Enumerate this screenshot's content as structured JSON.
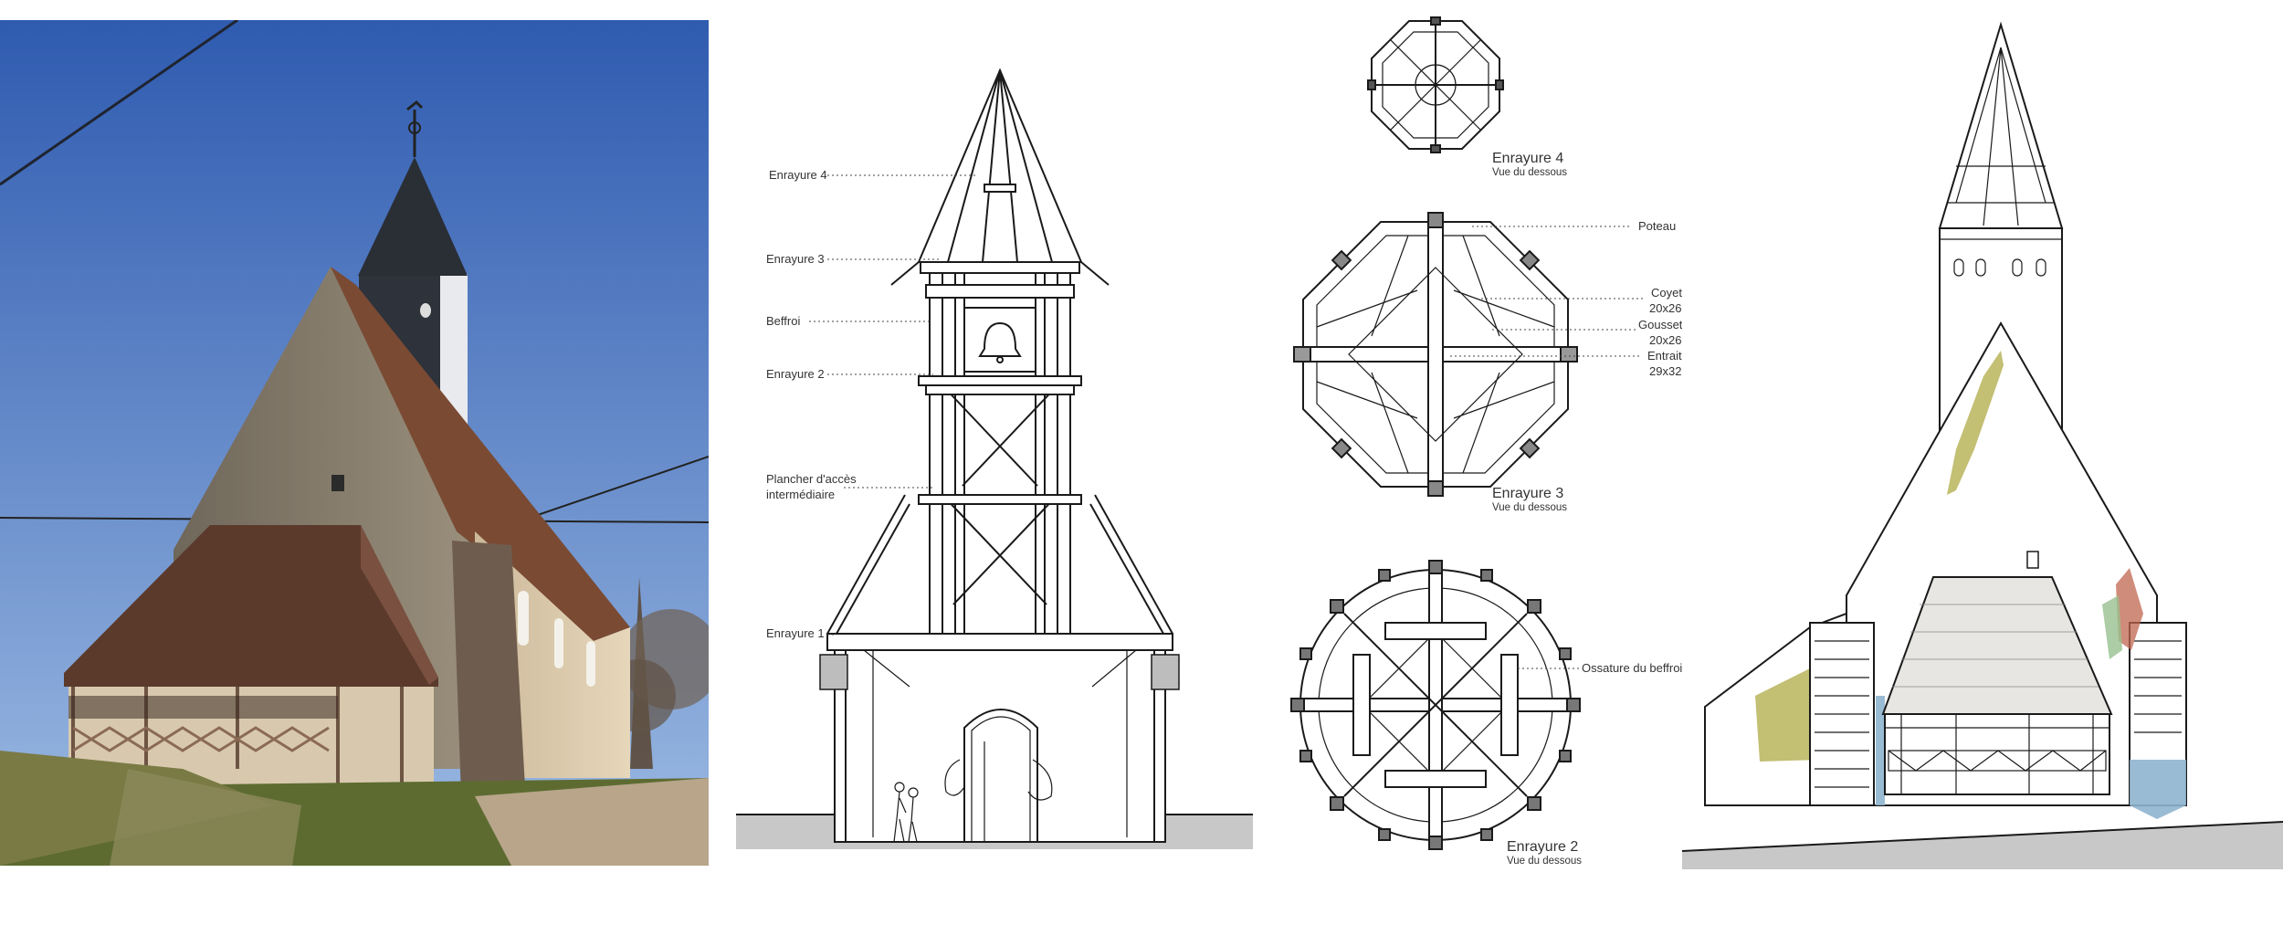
{
  "section_labels": {
    "enrayure4": "Enrayure 4",
    "enrayure3": "Enrayure 3",
    "beffroi": "Beffroi",
    "enrayure2": "Enrayure 2",
    "plancher1": "Plancher d'accès",
    "plancher2": "intermédiaire",
    "enrayure1": "Enrayure 1"
  },
  "plan_labels": {
    "plan4_title": "Enrayure 4",
    "plan4_sub": "Vue du dessous",
    "poteau": "Poteau",
    "coyet": "Coyet",
    "coyet_dim": "20x26",
    "gousset": "Gousset",
    "gousset_dim": "20x26",
    "entrait": "Entrait",
    "entrait_dim": "29x32",
    "plan3_title": "Enrayure 3",
    "plan3_sub": "Vue du dessous",
    "ossature": "Ossature du beffroi",
    "plan2_title": "Enrayure 2",
    "plan2_sub": "Vue du dessous"
  },
  "colors": {
    "sky_top": "#3a66b8",
    "sky_bottom": "#8fb2e0",
    "roof_tile": "#6b4636",
    "slate": "#3b3f47",
    "stone": "#8d8270",
    "grass": "#6f7d3a",
    "ground_grey": "#c4c4c4",
    "ochre_wash": "#b9b45a",
    "blue_wash": "#8fb4cf",
    "red_wash": "#c0664f"
  }
}
